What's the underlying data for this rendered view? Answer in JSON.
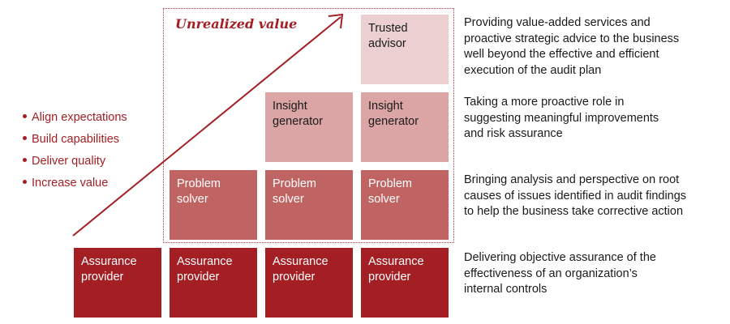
{
  "frame": {
    "label": "Unrealized value"
  },
  "bullets": [
    "Align expectations",
    "Build capabilities",
    "Deliver quality",
    "Increase value"
  ],
  "levels": {
    "assurance": [
      "Assurance",
      "provider"
    ],
    "problem": [
      "Problem",
      "solver"
    ],
    "insight": [
      "Insight",
      "generator"
    ],
    "trusted": [
      "Trusted",
      "advisor"
    ]
  },
  "descriptions": {
    "trusted": [
      "Providing value-added services and",
      "proactive strategic advice to the business",
      "well beyond the effective and efficient",
      "execution of the audit plan"
    ],
    "insight": [
      "Taking a more proactive role in",
      "suggesting meaningful improvements",
      "and risk assurance"
    ],
    "problem": [
      "Bringing analysis and perspective on root",
      "causes of issues identified in audit findings",
      "to help the business take corrective action"
    ],
    "assurance": [
      "Delivering objective assurance of the",
      "effectiveness of an organization’s",
      "internal controls"
    ]
  },
  "colors": {
    "assurance": "#a31f24",
    "problem": "#c06463",
    "insight": "#dba5a5",
    "trusted": "#ecd0d1",
    "accent": "#a31f24"
  }
}
